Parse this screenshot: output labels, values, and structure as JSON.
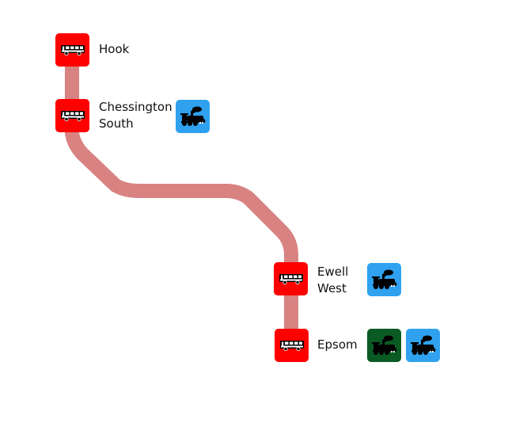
{
  "map": {
    "route_line_color": "#d98282",
    "bus_stop_color": "#ff0000",
    "colors": {
      "rail": "#2fa1ef",
      "national_rail": "#0a5a23"
    },
    "stops": [
      {
        "name_lines": [
          "Hook"
        ],
        "icon": "bus-icon",
        "interchanges": []
      },
      {
        "name_lines": [
          "Chessington",
          "South"
        ],
        "icon": "bus-icon",
        "interchanges": [
          {
            "type": "rail",
            "icon": "steam-train-icon"
          }
        ]
      },
      {
        "name_lines": [
          "Ewell",
          "West"
        ],
        "icon": "bus-icon",
        "interchanges": [
          {
            "type": "rail",
            "icon": "steam-train-icon"
          }
        ]
      },
      {
        "name_lines": [
          "Epsom"
        ],
        "icon": "bus-icon",
        "interchanges": [
          {
            "type": "national_rail",
            "icon": "steam-train-icon"
          },
          {
            "type": "rail",
            "icon": "steam-train-icon"
          }
        ]
      }
    ]
  }
}
